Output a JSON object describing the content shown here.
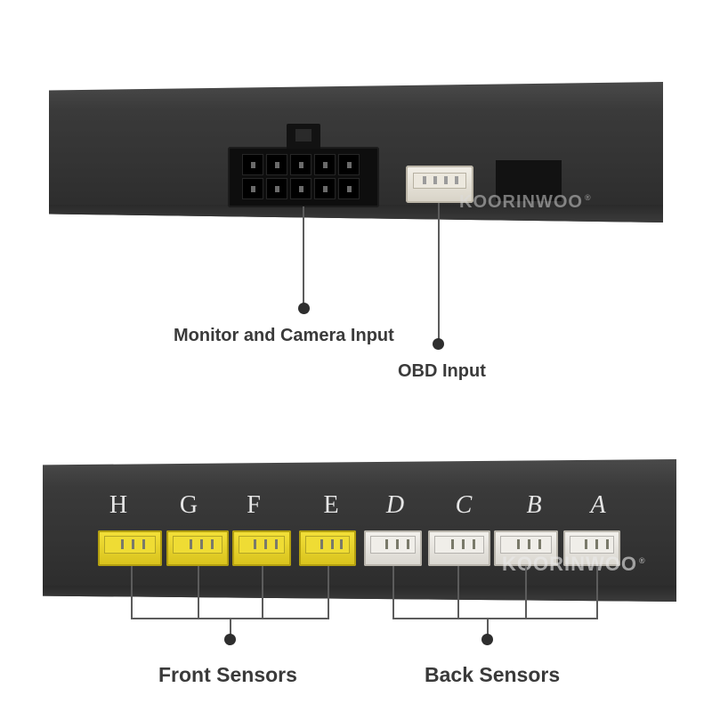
{
  "top_panel": {
    "watermark": "KOORINWOO",
    "watermark_mark": "®",
    "labels": {
      "monitor_camera": "Monitor and Camera Input",
      "obd": "OBD Input"
    },
    "obd_connector_color": "#e4e0d6",
    "main_connector_pins": 10
  },
  "bottom_panel": {
    "watermark": "KOORINWOO",
    "watermark_mark": "®",
    "ports": [
      {
        "letter": "H",
        "color": "yellow"
      },
      {
        "letter": "G",
        "color": "yellow"
      },
      {
        "letter": "F",
        "color": "yellow"
      },
      {
        "letter": "E",
        "color": "yellow"
      },
      {
        "letter": "D",
        "color": "white"
      },
      {
        "letter": "C",
        "color": "white"
      },
      {
        "letter": "B",
        "color": "white"
      },
      {
        "letter": "A",
        "color": "white"
      }
    ],
    "labels": {
      "front": "Front Sensors",
      "back": "Back Sensors"
    }
  },
  "colors": {
    "device_body": "#333333",
    "yellow_connector": "#e8d42a",
    "white_connector": "#ebe8e2",
    "label_text": "#3a3a3a",
    "callout_line": "#5c5c5c"
  }
}
